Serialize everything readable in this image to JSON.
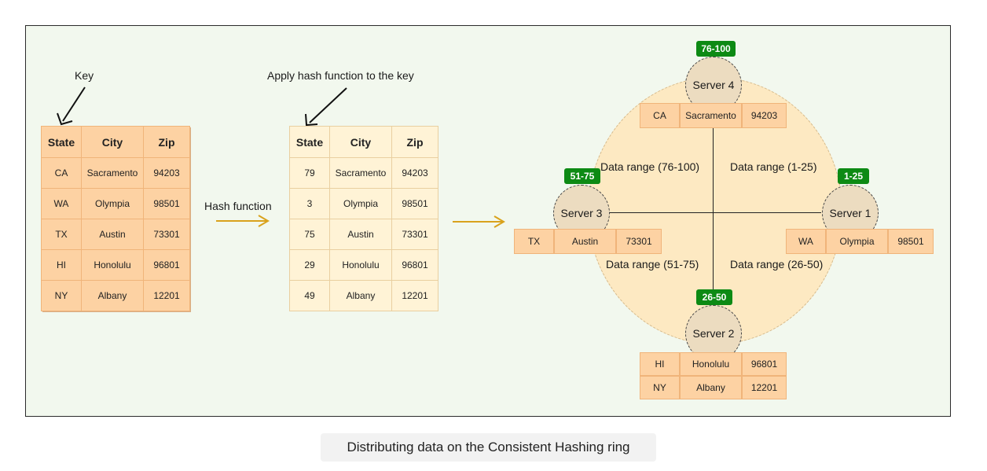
{
  "labels": {
    "key": "Key",
    "apply_hash": "Apply hash function to the key",
    "hash_function": "Hash function"
  },
  "table_headers": [
    "State",
    "City",
    "Zip"
  ],
  "original_table": [
    [
      "CA",
      "Sacramento",
      "94203"
    ],
    [
      "WA",
      "Olympia",
      "98501"
    ],
    [
      "TX",
      "Austin",
      "73301"
    ],
    [
      "HI",
      "Honolulu",
      "96801"
    ],
    [
      "NY",
      "Albany",
      "12201"
    ]
  ],
  "hashed_table": [
    [
      "79",
      "Sacramento",
      "94203"
    ],
    [
      "3",
      "Olympia",
      "98501"
    ],
    [
      "75",
      "Austin",
      "73301"
    ],
    [
      "29",
      "Honolulu",
      "96801"
    ],
    [
      "49",
      "Albany",
      "12201"
    ]
  ],
  "servers": [
    {
      "name": "Server 4",
      "range_badge": "76-100",
      "rows": [
        [
          "CA",
          "Sacramento",
          "94203"
        ]
      ]
    },
    {
      "name": "Server 1",
      "range_badge": "1-25",
      "rows": [
        [
          "WA",
          "Olympia",
          "98501"
        ]
      ]
    },
    {
      "name": "Server 2",
      "range_badge": "26-50",
      "rows": [
        [
          "HI",
          "Honolulu",
          "96801"
        ],
        [
          "NY",
          "Albany",
          "12201"
        ]
      ]
    },
    {
      "name": "Server 3",
      "range_badge": "51-75",
      "rows": [
        [
          "TX",
          "Austin",
          "73301"
        ]
      ]
    }
  ],
  "data_ranges": {
    "top_left": "Data range (76-100)",
    "top_right": "Data range (1-25)",
    "bottom_left": "Data range (51-75)",
    "bottom_right": "Data range (26-50)"
  },
  "caption": "Distributing data on the Consistent Hashing ring",
  "colors": {
    "panel_bg": "#f2f8ee",
    "row_orange": "#fdd2a3",
    "row_cream": "#fff3d6",
    "ring_fill": "#fde9c2",
    "badge_green": "#0d8a14",
    "arrow_gold": "#d9a21c"
  }
}
